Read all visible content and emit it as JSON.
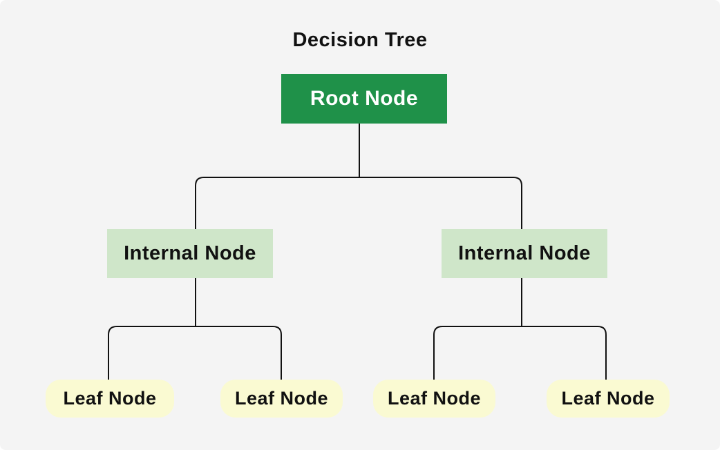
{
  "diagram": {
    "title": "Decision Tree",
    "type": "tree",
    "root": {
      "label": "Root Node",
      "level": "root"
    },
    "internals": [
      {
        "label": "Internal Node",
        "level": "internal",
        "parent": "root"
      },
      {
        "label": "Internal Node",
        "level": "internal",
        "parent": "root"
      }
    ],
    "leaves": [
      {
        "label": "Leaf Node",
        "level": "leaf",
        "parent": "internal-left"
      },
      {
        "label": "Leaf Node",
        "level": "leaf",
        "parent": "internal-left"
      },
      {
        "label": "Leaf Node",
        "level": "leaf",
        "parent": "internal-right"
      },
      {
        "label": "Leaf Node",
        "level": "leaf",
        "parent": "internal-right"
      }
    ]
  },
  "colors": {
    "background": "#f4f4f4",
    "root_fill": "#1f9149",
    "root_text": "#ffffff",
    "internal_fill": "#cfe6c9",
    "leaf_fill": "#fafad2",
    "line": "#111111",
    "text": "#111111"
  }
}
